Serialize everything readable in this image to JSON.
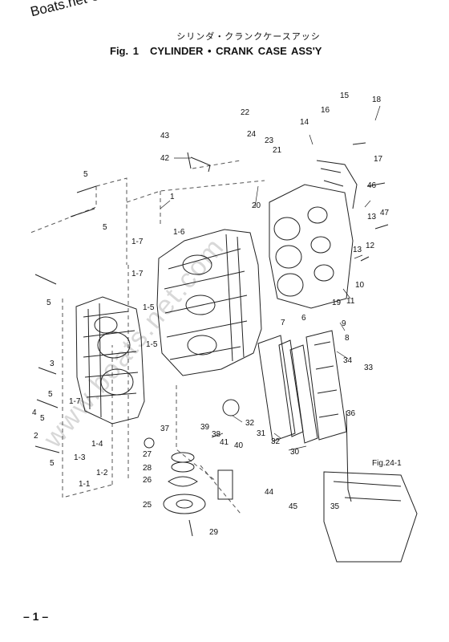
{
  "corner_watermark": "Boats.net ©",
  "title_japanese": "シリンダ・クランクケースアッシ",
  "figure_number": "Fig. 1",
  "figure_title": "CYLINDER • CRANK CASE ASS'Y",
  "page_number": "– 1 –",
  "diagonal_watermark": "www.boats.net.com",
  "reference_label": "Fig.24-1",
  "callouts": [
    {
      "id": "c1",
      "text": "1"
    },
    {
      "id": "c2",
      "text": "2"
    },
    {
      "id": "c3",
      "text": "3"
    },
    {
      "id": "c4",
      "text": "4"
    },
    {
      "id": "c5a",
      "text": "5"
    },
    {
      "id": "c5b",
      "text": "5"
    },
    {
      "id": "c5c",
      "text": "5"
    },
    {
      "id": "c5d",
      "text": "5"
    },
    {
      "id": "c5e",
      "text": "5"
    },
    {
      "id": "c5f",
      "text": "5"
    },
    {
      "id": "c6",
      "text": "6"
    },
    {
      "id": "c7",
      "text": "7"
    },
    {
      "id": "c8",
      "text": "8"
    },
    {
      "id": "c9",
      "text": "9"
    },
    {
      "id": "c10",
      "text": "10"
    },
    {
      "id": "c11",
      "text": "11"
    },
    {
      "id": "c12",
      "text": "12"
    },
    {
      "id": "c13a",
      "text": "13"
    },
    {
      "id": "c13b",
      "text": "13"
    },
    {
      "id": "c14",
      "text": "14"
    },
    {
      "id": "c15",
      "text": "15"
    },
    {
      "id": "c16",
      "text": "16"
    },
    {
      "id": "c17",
      "text": "17"
    },
    {
      "id": "c18",
      "text": "18"
    },
    {
      "id": "c19",
      "text": "19"
    },
    {
      "id": "c20",
      "text": "20"
    },
    {
      "id": "c21",
      "text": "21"
    },
    {
      "id": "c22",
      "text": "22"
    },
    {
      "id": "c23",
      "text": "23"
    },
    {
      "id": "c24",
      "text": "24"
    },
    {
      "id": "c25",
      "text": "25"
    },
    {
      "id": "c26",
      "text": "26"
    },
    {
      "id": "c27",
      "text": "27"
    },
    {
      "id": "c28",
      "text": "28"
    },
    {
      "id": "c29",
      "text": "29"
    },
    {
      "id": "c30",
      "text": "30"
    },
    {
      "id": "c31",
      "text": "31"
    },
    {
      "id": "c32a",
      "text": "32"
    },
    {
      "id": "c32b",
      "text": "32"
    },
    {
      "id": "c33",
      "text": "33"
    },
    {
      "id": "c34",
      "text": "34"
    },
    {
      "id": "c35",
      "text": "35"
    },
    {
      "id": "c36",
      "text": "36"
    },
    {
      "id": "c37",
      "text": "37"
    },
    {
      "id": "c38",
      "text": "38"
    },
    {
      "id": "c39",
      "text": "39"
    },
    {
      "id": "c40",
      "text": "40"
    },
    {
      "id": "c41",
      "text": "41"
    },
    {
      "id": "c42",
      "text": "42"
    },
    {
      "id": "c43",
      "text": "43"
    },
    {
      "id": "c44",
      "text": "44"
    },
    {
      "id": "c45",
      "text": "45"
    },
    {
      "id": "c46",
      "text": "46"
    },
    {
      "id": "c47",
      "text": "47"
    },
    {
      "id": "c1_1",
      "text": "1-1"
    },
    {
      "id": "c1_2",
      "text": "1-2"
    },
    {
      "id": "c1_3",
      "text": "1-3"
    },
    {
      "id": "c1_4",
      "text": "1-4"
    },
    {
      "id": "c1_5a",
      "text": "1-5"
    },
    {
      "id": "c1_5b",
      "text": "1-5"
    },
    {
      "id": "c1_6",
      "text": "1-6"
    },
    {
      "id": "c1_7a",
      "text": "1-7"
    },
    {
      "id": "c1_7b",
      "text": "1-7"
    },
    {
      "id": "c1_7c",
      "text": "1-7"
    }
  ]
}
